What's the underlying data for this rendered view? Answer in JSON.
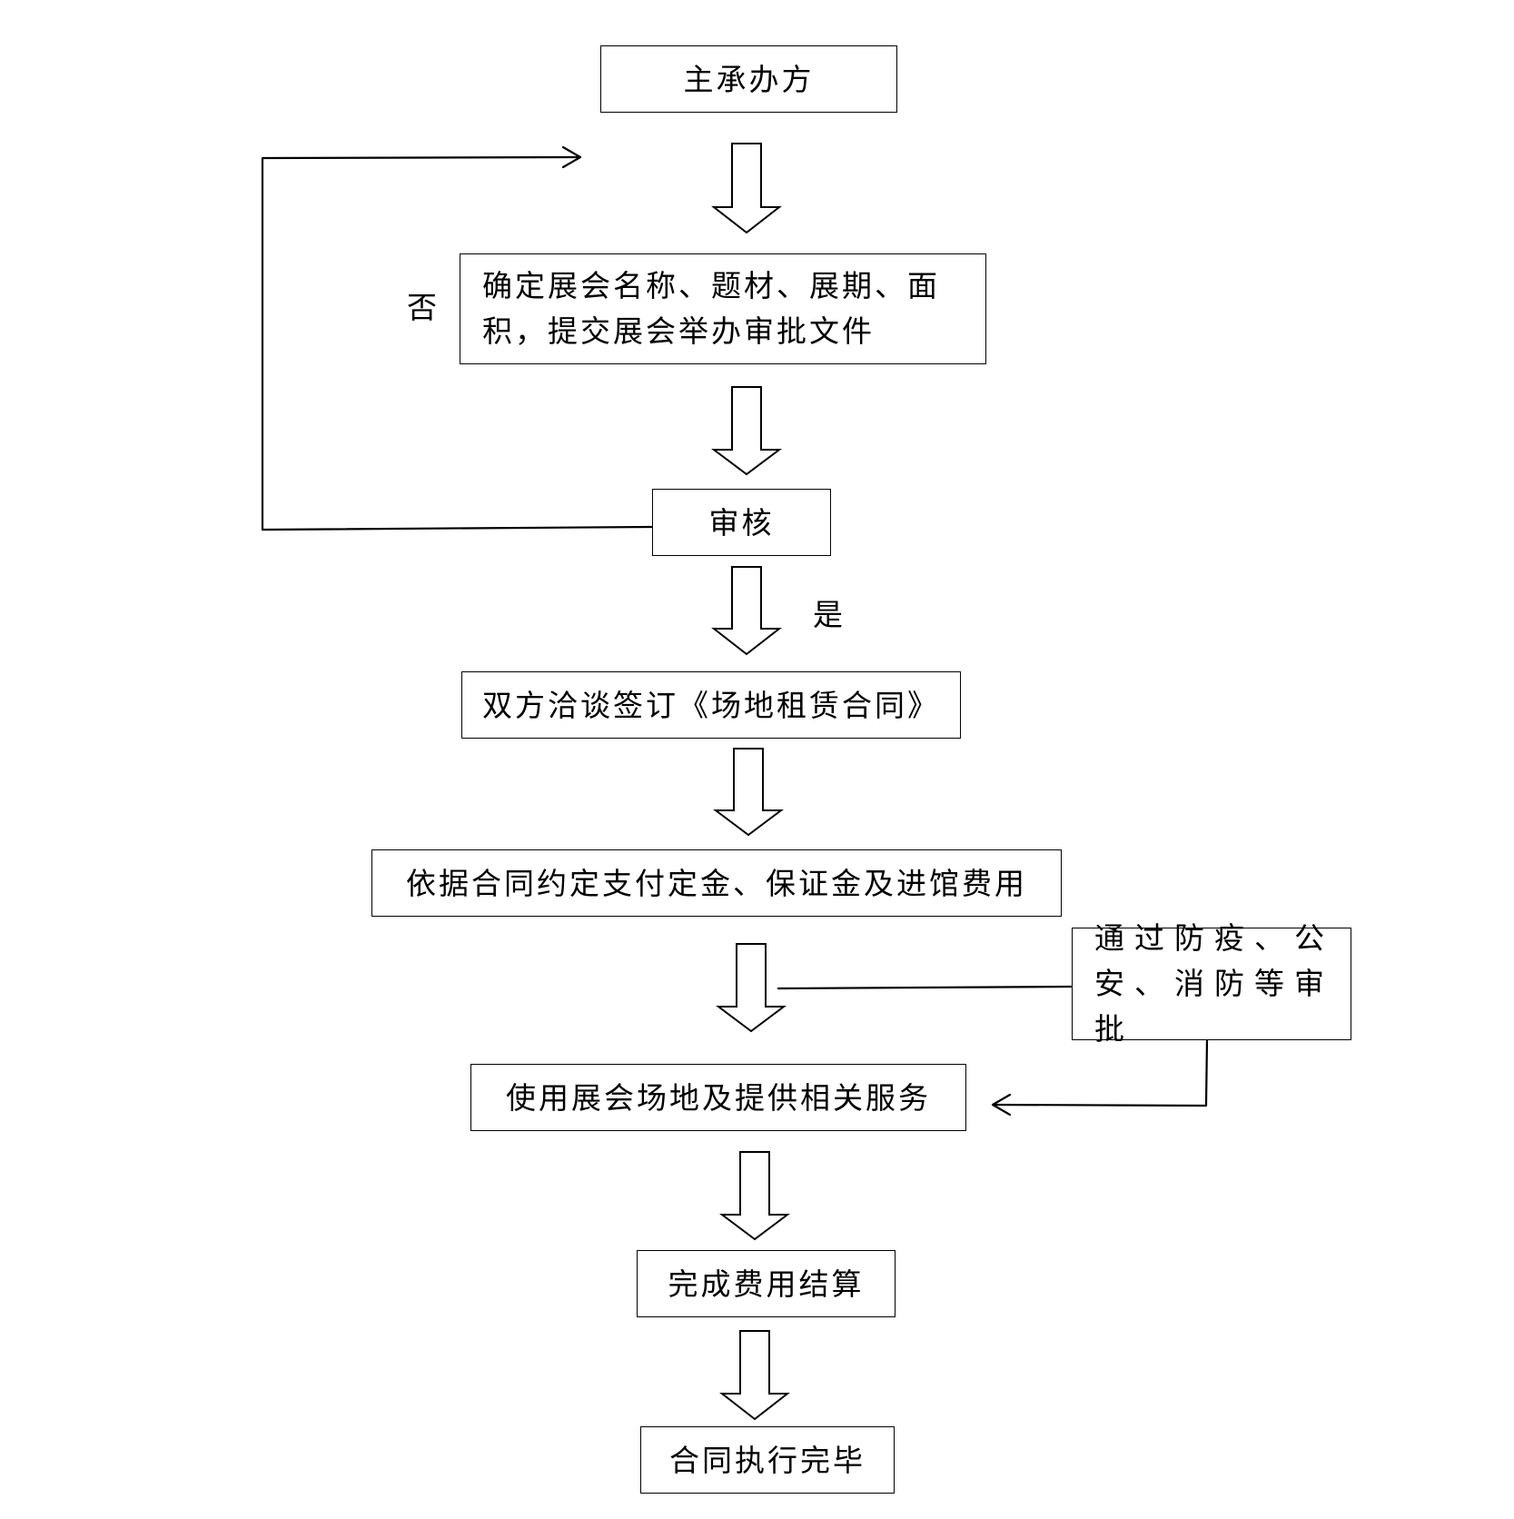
{
  "flowchart": {
    "nodes": {
      "organizer": "主承办方",
      "confirm_exhibition": "确定展会名称、题材、展期、面积，提交展会举办审批文件",
      "review": "审核",
      "sign_contract": "双方洽谈签订《场地租赁合同》",
      "pay_fees": "依据合同约定支付定金、保证金及进馆费用",
      "approvals": "通过防疫、公安、消防等审批",
      "use_venue": "使用展会场地及提供相关服务",
      "settle_fees": "完成费用结算",
      "contract_done": "合同执行完毕"
    },
    "labels": {
      "no": "否",
      "yes": "是"
    },
    "colors": {
      "stroke": "#000000",
      "background": "#ffffff"
    }
  }
}
